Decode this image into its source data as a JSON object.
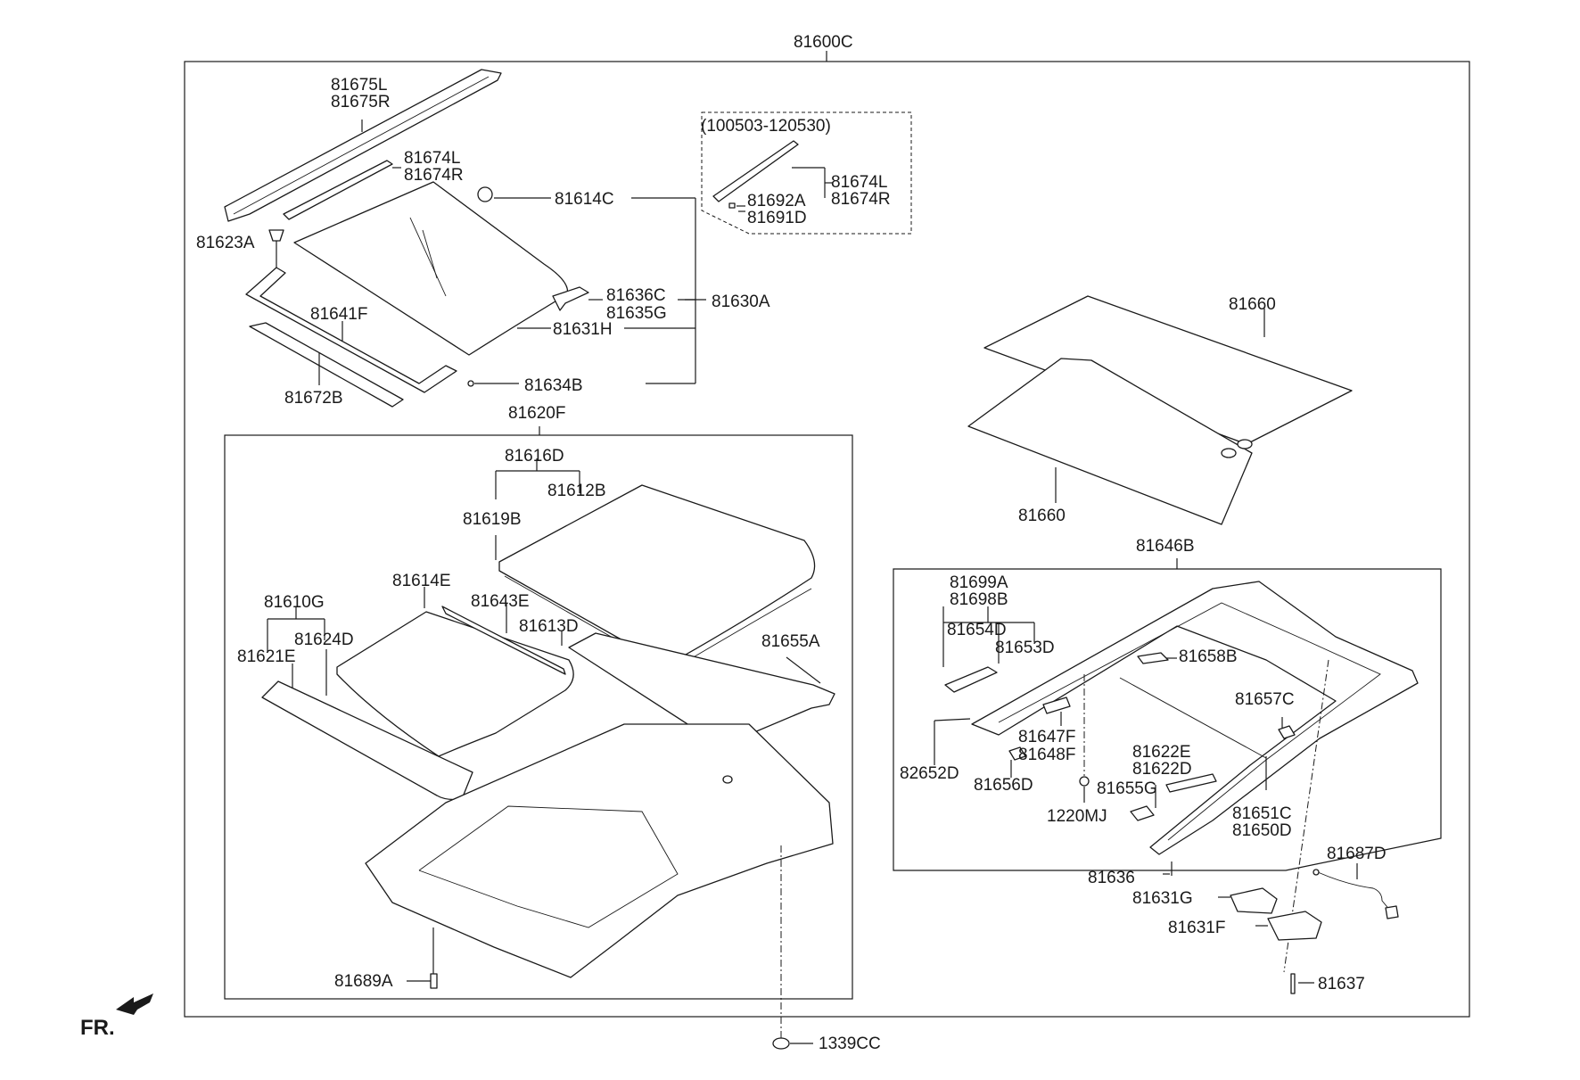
{
  "diagram": {
    "orientation_label": "FR.",
    "date_range_label": "(100503-120530)",
    "parts": {
      "p81600C": "81600C",
      "p81675L": "81675L",
      "p81675R": "81675R",
      "p81674L": "81674L",
      "p81674R": "81674R",
      "p81623A": "81623A",
      "p81614C": "81614C",
      "p81636C": "81636C",
      "p81635G": "81635G",
      "p81630A": "81630A",
      "p81641F": "81641F",
      "p81631H": "81631H",
      "p81672B": "81672B",
      "p81634B": "81634B",
      "p81674L_b": "81674L",
      "p81674R_b": "81674R",
      "p81692A": "81692A",
      "p81691D": "81691D",
      "p81660_a": "81660",
      "p81660_b": "81660",
      "p81620F": "81620F",
      "p81616D": "81616D",
      "p81612B": "81612B",
      "p81619B": "81619B",
      "p81610G": "81610G",
      "p81614E": "81614E",
      "p81643E": "81643E",
      "p81624D": "81624D",
      "p81613D": "81613D",
      "p81621E": "81621E",
      "p81655A": "81655A",
      "p81689A": "81689A",
      "p1339CC": "1339CC",
      "p81646B": "81646B",
      "p81699A": "81699A",
      "p81698B": "81698B",
      "p81654D": "81654D",
      "p81653D": "81653D",
      "p81658B": "81658B",
      "p81657C": "81657C",
      "p81647F": "81647F",
      "p81648F": "81648F",
      "p81622E": "81622E",
      "p81622D": "81622D",
      "p82652D": "82652D",
      "p81656D": "81656D",
      "p81655G": "81655G",
      "p1220MJ": "1220MJ",
      "p81651C": "81651C",
      "p81650D": "81650D",
      "p81636": "81636",
      "p81687D": "81687D",
      "p81631G": "81631G",
      "p81631F": "81631F",
      "p81637": "81637"
    }
  }
}
